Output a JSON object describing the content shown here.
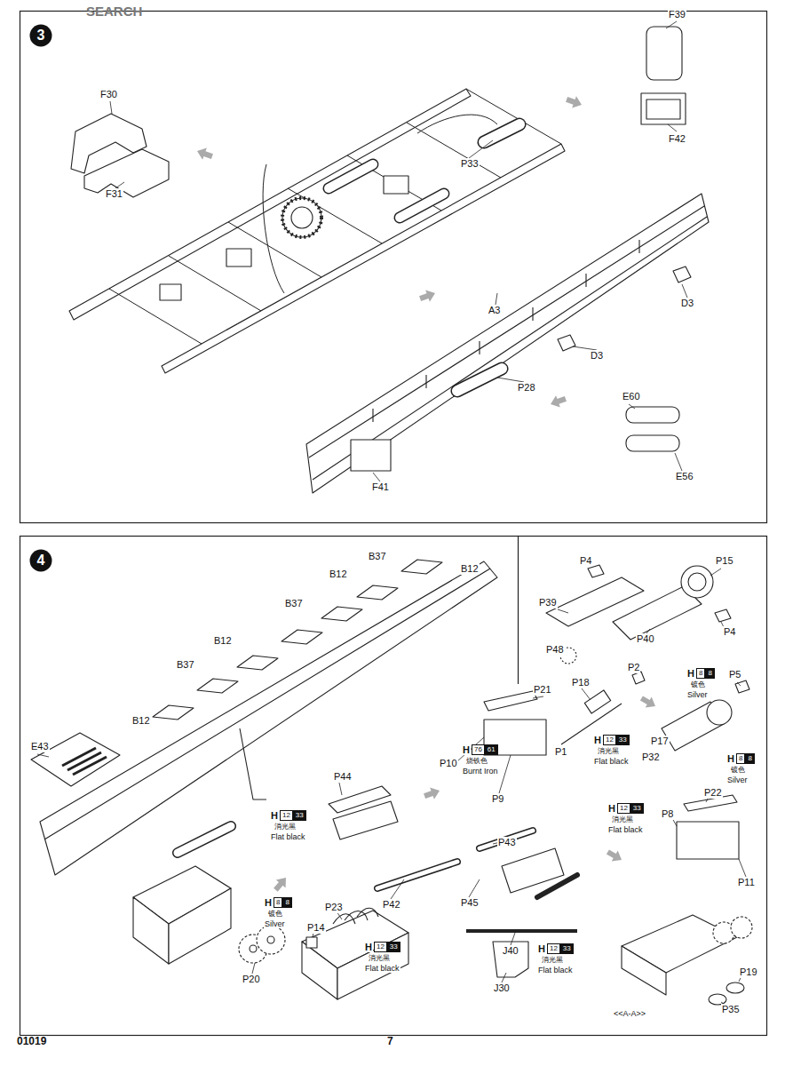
{
  "diagram": {
    "nodes": [
      {
        "text": [
          "3"
        ]
      },
      {
        "text": [
          "4"
        ]
      }
    ],
    "labels": [
      "SEARCH",
      "F30",
      "F31",
      "F39",
      "F42",
      "P33",
      "D3",
      "A3",
      "D3",
      "P28",
      "E60",
      "E56",
      "F41",
      "B12",
      "B37",
      "B12",
      "B37",
      "B12",
      "B37",
      "B12",
      "E43",
      "P4",
      "P15",
      "P39",
      "P40",
      "P4",
      "P48",
      "P2",
      "P18",
      "P1",
      "H",
      "8",
      "8",
      "镀色",
      "Silver",
      "P5",
      "P21",
      "P10",
      "P9",
      "H",
      "12",
      "33",
      "消光黑",
      "Flat black",
      "P17",
      "P32",
      "H",
      "8",
      "8",
      "镀色",
      "Silver",
      "H",
      "76",
      "61",
      "烧铁色",
      "Burnt Iron",
      "H",
      "12",
      "33",
      "消光黑",
      "Flat black",
      "P22",
      "P8",
      "P11",
      "P44",
      "H",
      "12",
      "33",
      "消光黑",
      "Flat black",
      "P43",
      "P42",
      "P45",
      "P23",
      "P14",
      "H",
      "8",
      "8",
      "镀色",
      "Silver",
      "P20",
      "H",
      "12",
      "33",
      "消光黑",
      "Flat black",
      "P19",
      "P35",
      "J40",
      "H",
      "12",
      "33",
      "消光黑",
      "Flat black",
      "J30",
      "<<A-A>>",
      "01019",
      "7"
    ]
  }
}
